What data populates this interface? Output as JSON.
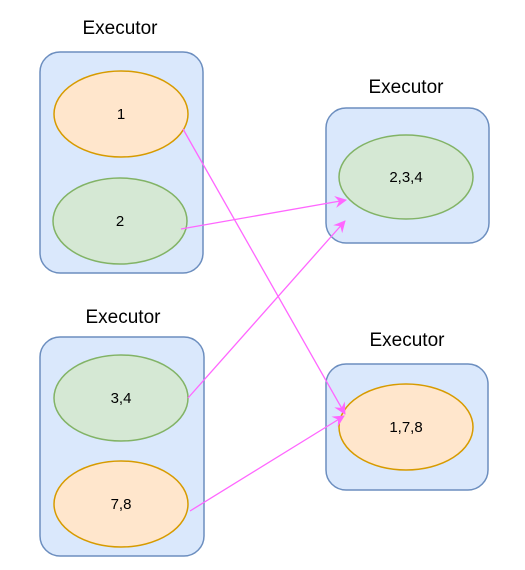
{
  "colors": {
    "executor_fill": "#dae8fc",
    "executor_stroke": "#6c8ebf",
    "orange_fill": "#ffe6cc",
    "orange_stroke": "#d79b00",
    "green_fill": "#d5e8d4",
    "green_stroke": "#82b366",
    "arrow": "#ff66ff"
  },
  "executors": [
    {
      "id": "exec-1",
      "label": "Executor"
    },
    {
      "id": "exec-2",
      "label": "Executor"
    },
    {
      "id": "exec-3",
      "label": "Executor"
    },
    {
      "id": "exec-4",
      "label": "Executor"
    }
  ],
  "partitions": [
    {
      "id": "p1",
      "label": "1",
      "color": "orange"
    },
    {
      "id": "p2",
      "label": "2",
      "color": "green"
    },
    {
      "id": "p34",
      "label": "3,4",
      "color": "green"
    },
    {
      "id": "p78",
      "label": "7,8",
      "color": "orange"
    },
    {
      "id": "p234",
      "label": "2,3,4",
      "color": "green"
    },
    {
      "id": "p178",
      "label": "1,7,8",
      "color": "orange"
    }
  ],
  "edges": [
    {
      "from": "1",
      "to": "1,7,8"
    },
    {
      "from": "2",
      "to": "2,3,4"
    },
    {
      "from": "3,4",
      "to": "2,3,4"
    },
    {
      "from": "7,8",
      "to": "1,7,8"
    }
  ]
}
